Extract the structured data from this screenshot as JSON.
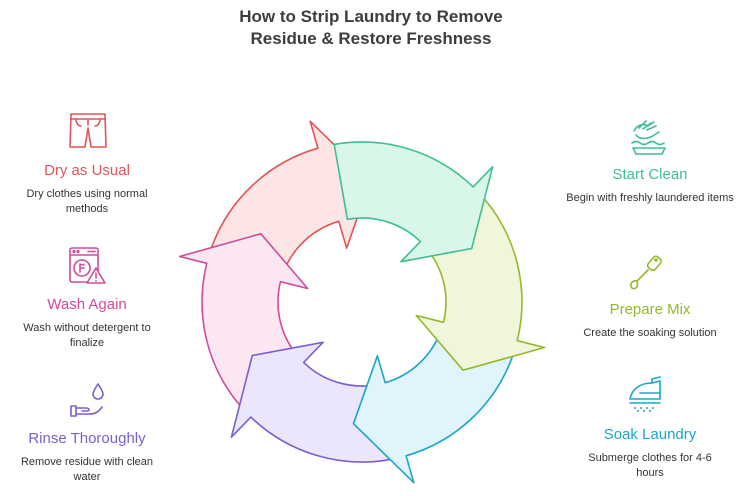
{
  "title": {
    "line1": "How to Strip Laundry to Remove",
    "line2": "Residue & Restore Freshness"
  },
  "steps": [
    {
      "title": "Start Clean",
      "desc": "Begin with freshly laundered items",
      "color": "#3fbf8f",
      "fill": "#d9f7e9",
      "icon": "hand-washing-icon"
    },
    {
      "title": "Prepare Mix",
      "desc": "Create the soaking solution",
      "color": "#94b82b",
      "fill": "#f0f6d9",
      "icon": "hand-mixer-icon"
    },
    {
      "title": "Soak Laundry",
      "desc": "Submerge clothes for 4-6 hours",
      "color": "#1aa6c9",
      "fill": "#dff4fb",
      "icon": "iron-steam-icon"
    },
    {
      "title": "Rinse Thoroughly",
      "desc": "Remove residue with clean water",
      "color": "#7b5fd1",
      "fill": "#ebe6fb",
      "icon": "hand-water-drop-icon"
    },
    {
      "title": "Wash Again",
      "desc": "Wash without detergent to finalize",
      "color": "#d14b9b",
      "fill": "#fbe6f2",
      "icon": "washing-machine-warning-icon"
    },
    {
      "title": "Dry as Usual",
      "desc": "Dry clothes using normal methods",
      "color": "#e05555",
      "fill": "#fde5e5",
      "icon": "shorts-icon"
    }
  ]
}
